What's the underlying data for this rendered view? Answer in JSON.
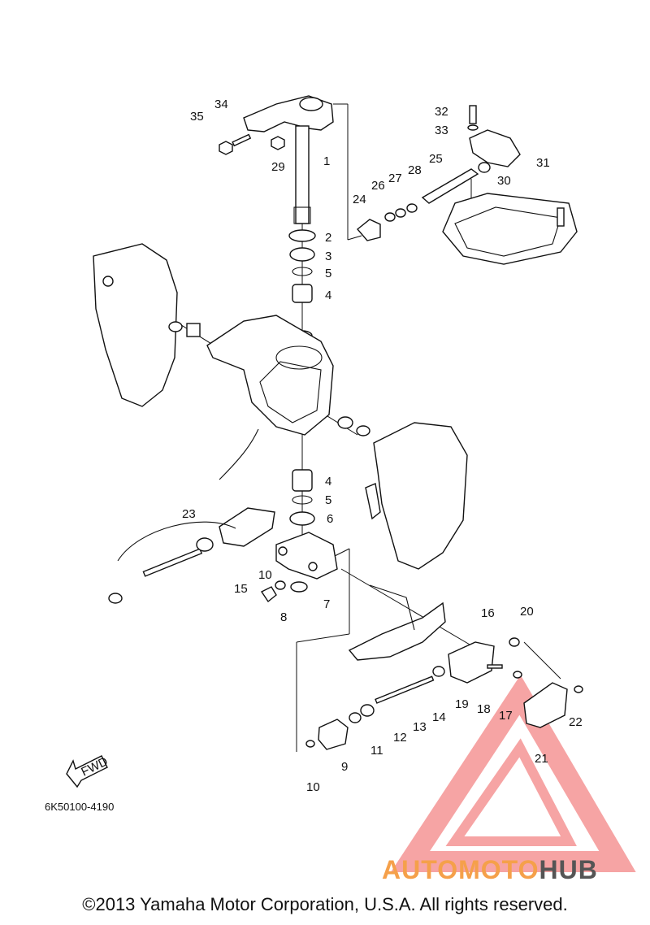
{
  "diagram": {
    "code": "6K50100-4190",
    "fwd_label": "FWD",
    "copyright": "©2013 Yamaha Motor Corporation, U.S.A. All rights reserved.",
    "callouts": [
      "1",
      "2",
      "3",
      "4",
      "5",
      "6",
      "7",
      "8",
      "9",
      "10",
      "11",
      "12",
      "13",
      "14",
      "15",
      "16",
      "17",
      "18",
      "19",
      "20",
      "21",
      "22",
      "23",
      "24",
      "25",
      "26",
      "27",
      "28",
      "29",
      "30",
      "31",
      "32",
      "33",
      "34",
      "35"
    ]
  },
  "watermark": {
    "brand_part1": "AUTOMOTO",
    "brand_part2": "HUB",
    "colors": {
      "triangle": "#ef5a5a",
      "part1": "#f5a04a",
      "part2": "#555555"
    }
  }
}
